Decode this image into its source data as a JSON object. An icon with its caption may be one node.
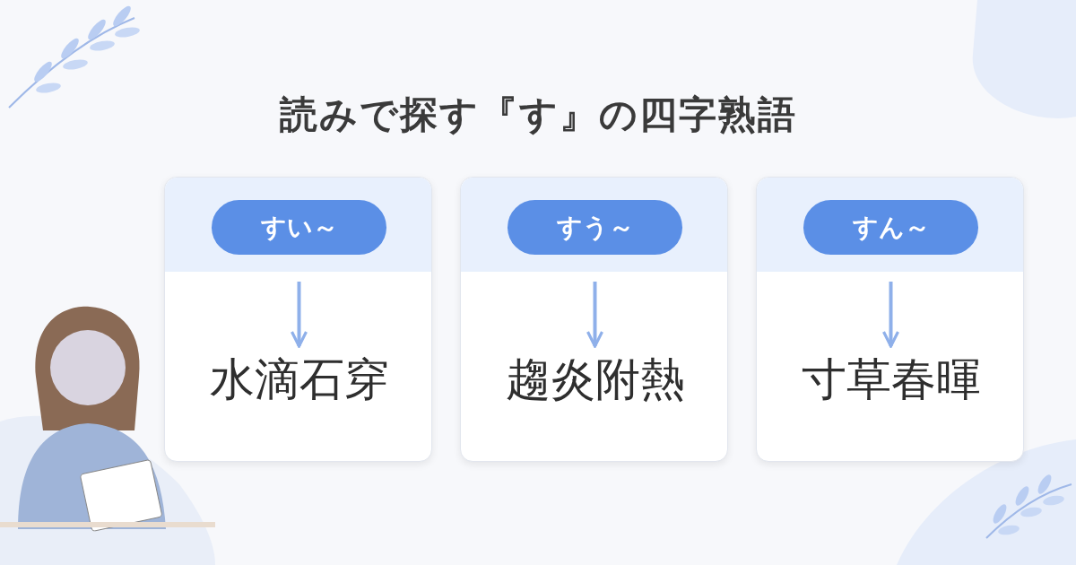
{
  "diagram": {
    "title": "読みで探す『す』の四字熟語",
    "nodes": [
      {
        "text": [],
        "shape": "box"
      },
      {
        "text": [
          "すい～"
        ],
        "in": 0
      },
      {
        "text": [
          "水滴石穿"
        ],
        "in": 0
      },
      {
        "text": [],
        "shape": "box"
      },
      {
        "text": [
          "すう～"
        ],
        "in": 3
      },
      {
        "text": [
          "趨炎附熱"
        ],
        "in": 3
      },
      {
        "text": [],
        "shape": "box"
      },
      {
        "text": [
          "すん～"
        ],
        "in": 6
      },
      {
        "text": [
          "寸草春暉"
        ],
        "in": 6
      }
    ],
    "edges": [
      {
        "from": 1,
        "to": 2,
        "arrow": "to"
      },
      {
        "from": 4,
        "to": 5,
        "arrow": "to"
      },
      {
        "from": 7,
        "to": 8,
        "arrow": "to"
      }
    ]
  }
}
